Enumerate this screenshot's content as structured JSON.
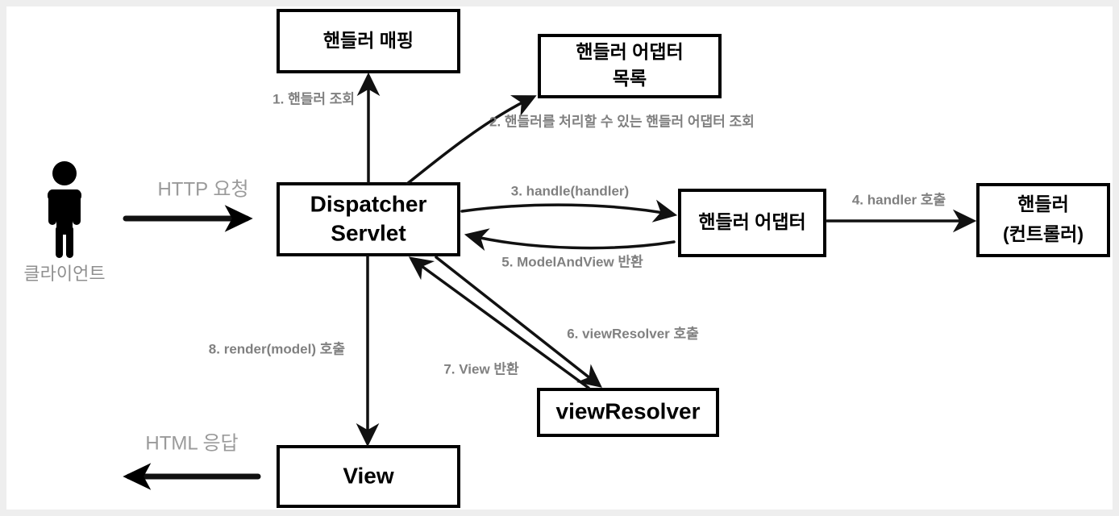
{
  "diagram": {
    "title": "Spring MVC DispatcherServlet flow",
    "colors": {
      "box_stroke": "#000000",
      "box_fill": "#ffffff",
      "edge_label": "#808080",
      "io_label": "#9a9a9a",
      "arrow": "#111111",
      "frame": "#eeeeee"
    },
    "actor": {
      "icon": "person-icon",
      "label": "클라이언트"
    },
    "io_labels": {
      "request": "HTTP 요청",
      "response": "HTML 응답"
    },
    "nodes": {
      "handler_mapping": "핸들러 매핑",
      "handler_adapter_list_line1": "핸들러 어댑터",
      "handler_adapter_list_line2": "목록",
      "dispatcher_line1": "Dispatcher",
      "dispatcher_line2": "Servlet",
      "handler_adapter": "핸들러 어댑터",
      "handler_line1": "핸들러",
      "handler_line2": "(컨트롤러)",
      "view_resolver": "viewResolver",
      "view": "View"
    },
    "steps": [
      {
        "id": "step1",
        "label": "1. 핸들러 조회"
      },
      {
        "id": "step2",
        "label": "2. 핸들러를 처리할 수 있는 핸들러 어댑터 조회"
      },
      {
        "id": "step3",
        "label": "3. handle(handler)"
      },
      {
        "id": "step4",
        "label": "4. handler 호출"
      },
      {
        "id": "step5",
        "label": "5. ModelAndView 반환"
      },
      {
        "id": "step6",
        "label": "6. viewResolver 호출"
      },
      {
        "id": "step7",
        "label": "7. View 반환"
      },
      {
        "id": "step8",
        "label": "8. render(model) 호출"
      }
    ]
  }
}
